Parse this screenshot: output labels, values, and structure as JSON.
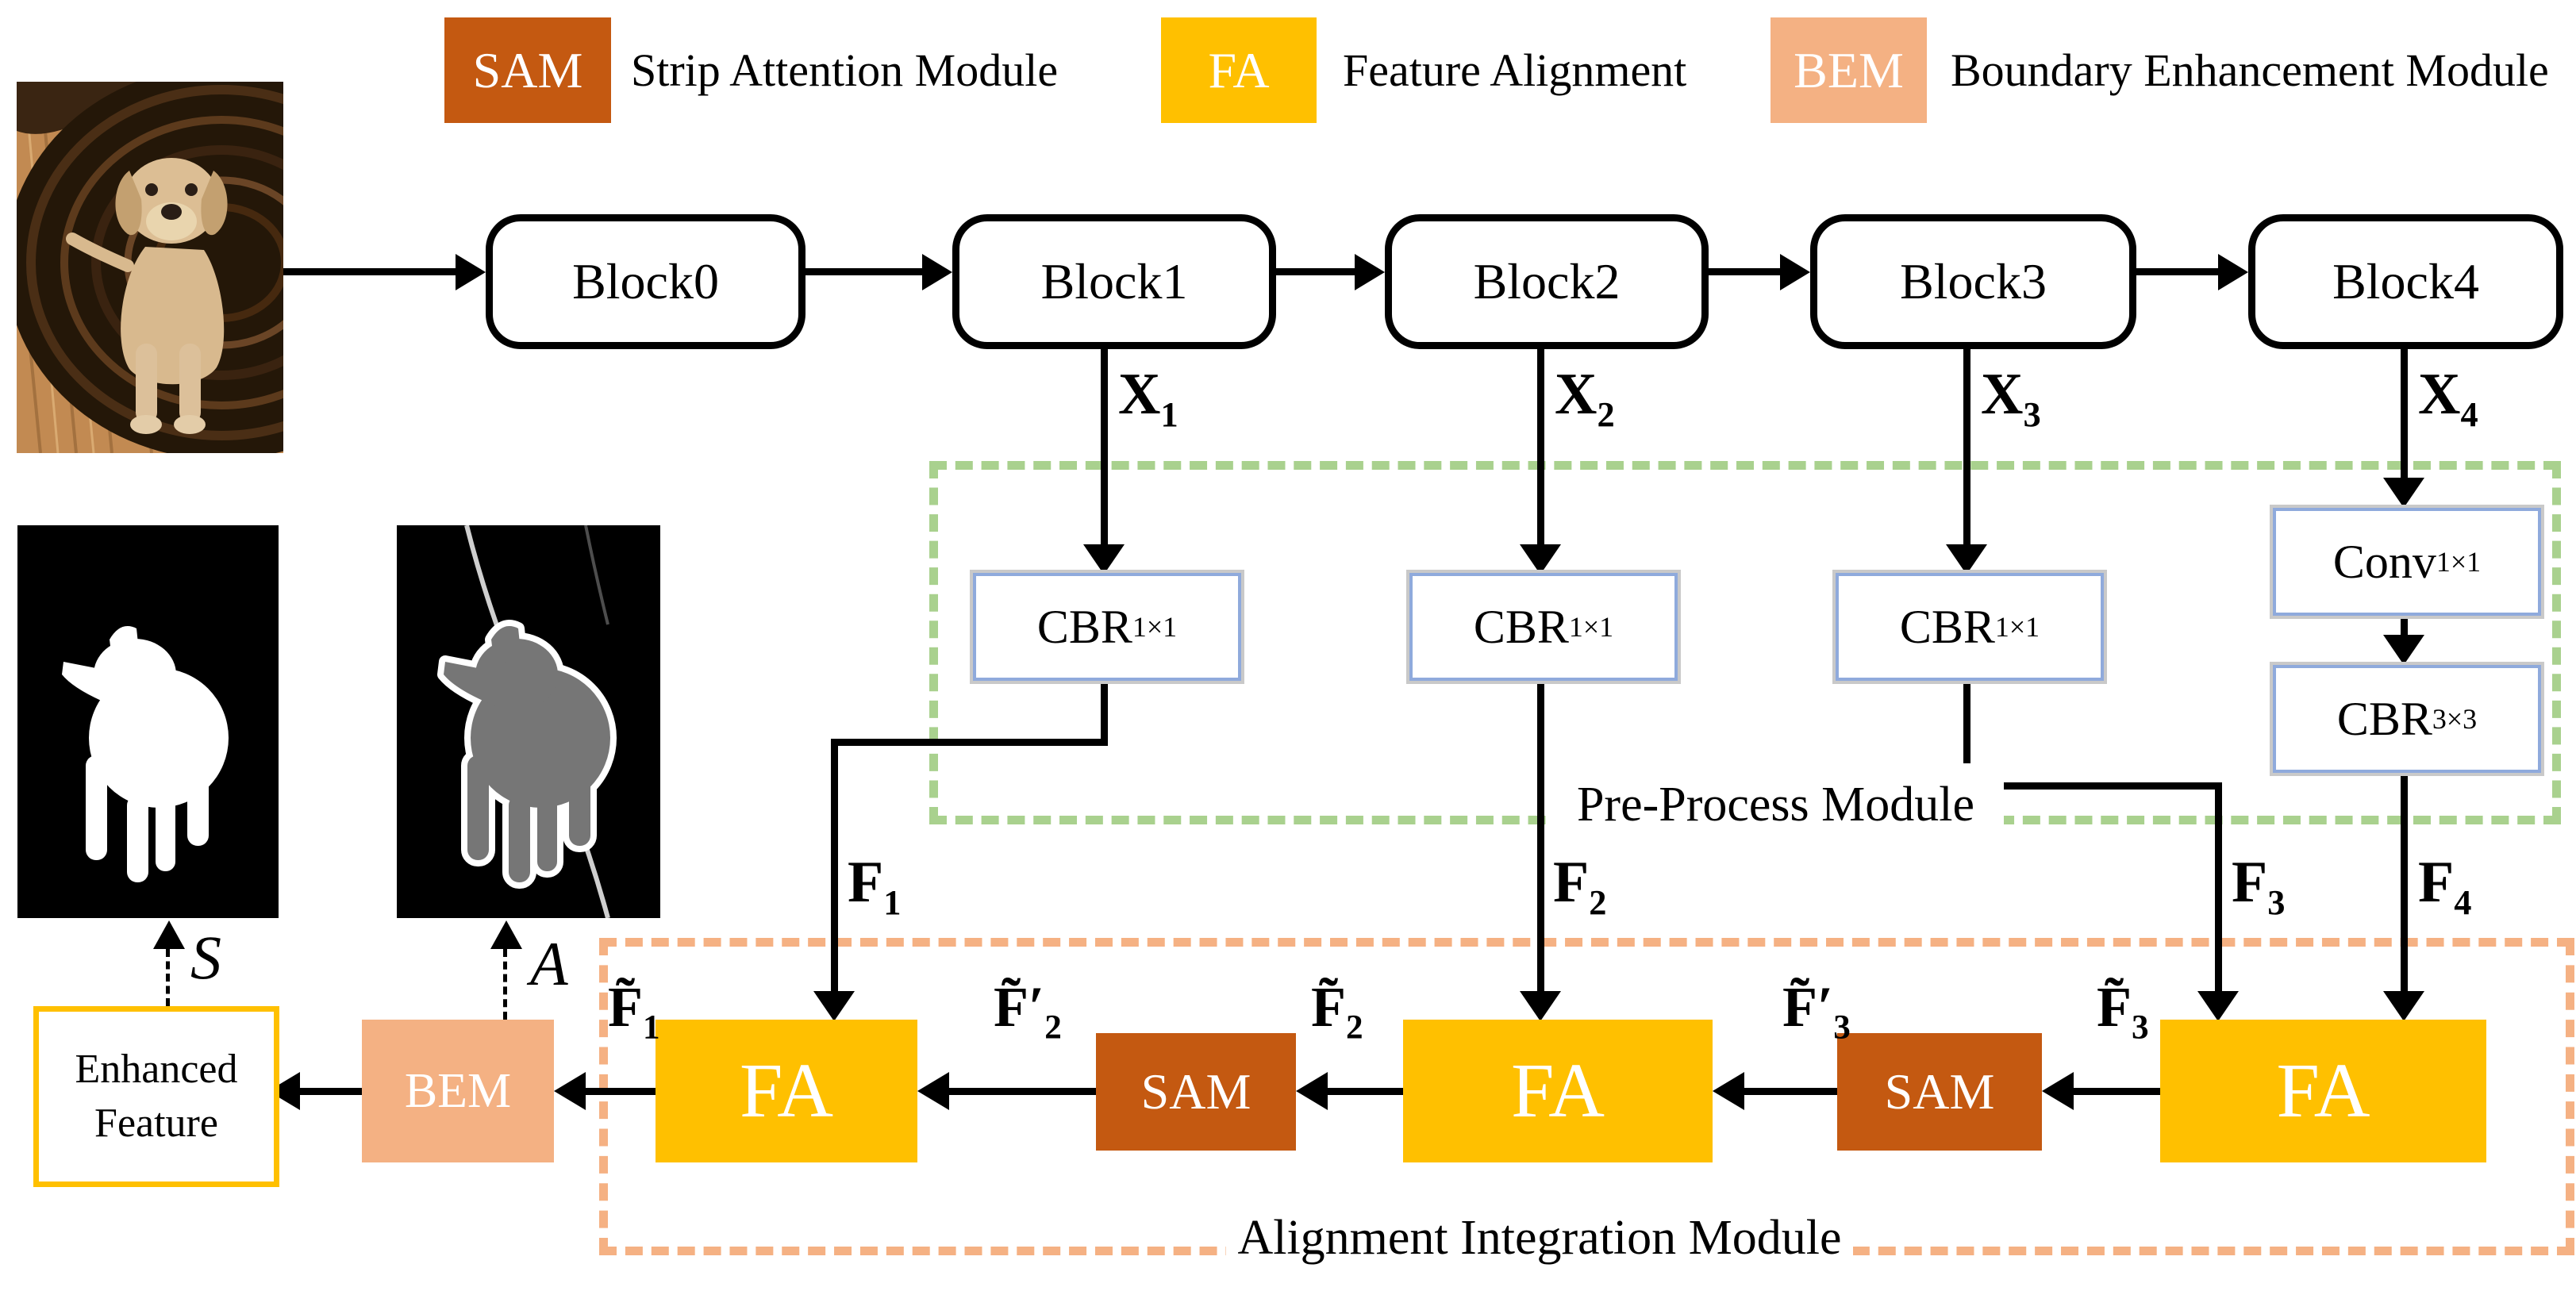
{
  "legend": {
    "items": [
      {
        "abbr": "SAM",
        "label": "Strip Attention Module",
        "color": "#C45911"
      },
      {
        "abbr": "FA",
        "label": "Feature Alignment",
        "color": "#FFC000"
      },
      {
        "abbr": "BEM",
        "label": "Boundary Enhancement Module",
        "color": "#F4B183"
      }
    ]
  },
  "backbone": {
    "blocks": [
      "Block0",
      "Block1",
      "Block2",
      "Block3",
      "Block4"
    ]
  },
  "preprocess": {
    "title": "Pre-Process Module",
    "cbr_label": {
      "base": "CBR",
      "sub": "1×1"
    },
    "conv_label": {
      "base": "Conv",
      "sub": "1×1"
    },
    "cbr33_label": {
      "base": "CBR",
      "sub": "3×3"
    }
  },
  "aim": {
    "title": "Alignment Integration Module",
    "fa_label": "FA",
    "sam_label": "SAM"
  },
  "bem_label": "BEM",
  "enhanced_feature": {
    "line1": "Enhanced",
    "line2": "Feature"
  },
  "labels": {
    "x": [
      {
        "base": "X",
        "sub": "1"
      },
      {
        "base": "X",
        "sub": "2"
      },
      {
        "base": "X",
        "sub": "3"
      },
      {
        "base": "X",
        "sub": "4"
      }
    ],
    "f": [
      {
        "base": "F",
        "sub": "1"
      },
      {
        "base": "F",
        "sub": "2"
      },
      {
        "base": "F",
        "sub": "3"
      },
      {
        "base": "F",
        "sub": "4"
      }
    ],
    "ft": [
      {
        "base": "F̃",
        "sub": "1"
      },
      {
        "base": "F̃′",
        "sub": "2"
      },
      {
        "base": "F̃",
        "sub": "2"
      },
      {
        "base": "F̃′",
        "sub": "3"
      },
      {
        "base": "F̃",
        "sub": "3"
      }
    ],
    "s": "S",
    "a": "A"
  },
  "colors": {
    "sam": "#C45911",
    "fa": "#FFC000",
    "bem": "#F4B183",
    "pre_border": "#A9D18E",
    "aim_border": "#F5B183",
    "cbr_border": "#8FAADC",
    "enhanced_border": "#FFC000"
  }
}
